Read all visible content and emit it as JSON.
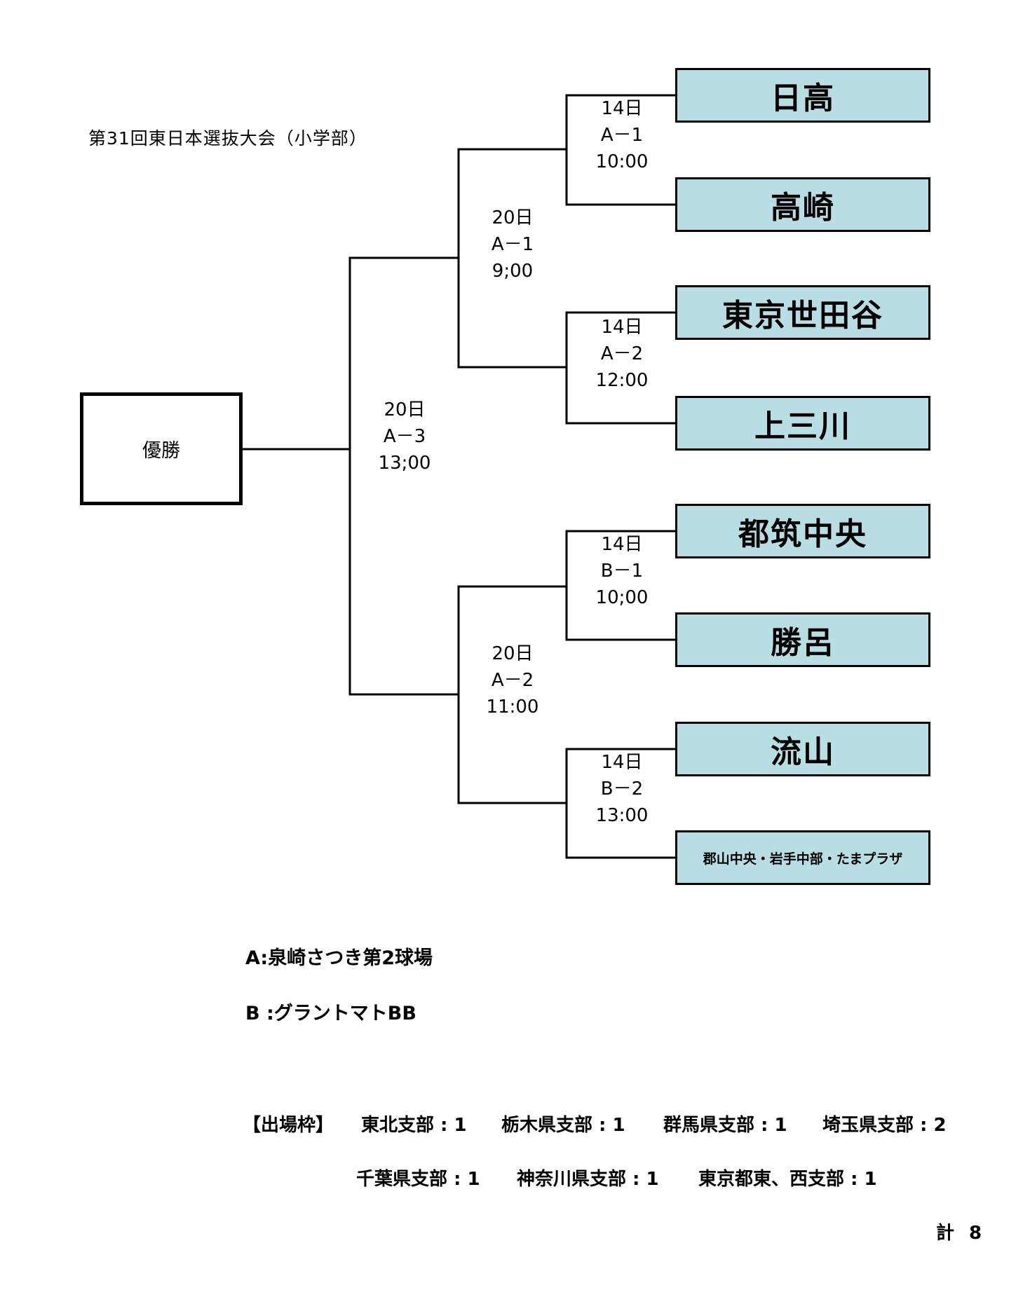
{
  "title": "第31回東日本選抜大会（小学部）",
  "champion_label": "優勝",
  "teams": [
    "日高",
    "高崎",
    "東京世田谷",
    "上三川",
    "都筑中央",
    "勝呂",
    "流山",
    "郡山中央・岩手中部・たまプラザ"
  ],
  "matches": {
    "r1_a1": {
      "date": "14日",
      "code": "A－1",
      "time": "10:00"
    },
    "r1_a2": {
      "date": "14日",
      "code": "A－2",
      "time": "12:00"
    },
    "r1_b1": {
      "date": "14日",
      "code": "B－1",
      "time": "10;00"
    },
    "r1_b2": {
      "date": "14日",
      "code": "B－2",
      "time": "13:00"
    },
    "sf_a1": {
      "date": "20日",
      "code": "A－1",
      "time": "9;00"
    },
    "sf_a2": {
      "date": "20日",
      "code": "A－2",
      "time": "11:00"
    },
    "final": {
      "date": "20日",
      "code": "A－3",
      "time": "13;00"
    }
  },
  "venues": {
    "a": "A:泉崎さつき第2球場",
    "b": "B :グラントマトBB"
  },
  "quota": {
    "header": "【出場枠】",
    "items": [
      "東北支部 : 1",
      "栃木県支部 : 1",
      "群馬県支部 : 1",
      "埼玉県支部 : 2",
      "千葉県支部 : 1",
      "神奈川県支部 : 1",
      "東京都東、西支部 : 1"
    ]
  },
  "total": "計 8",
  "colors": {
    "team_fill": "#b8dde3",
    "line": "#000000"
  }
}
